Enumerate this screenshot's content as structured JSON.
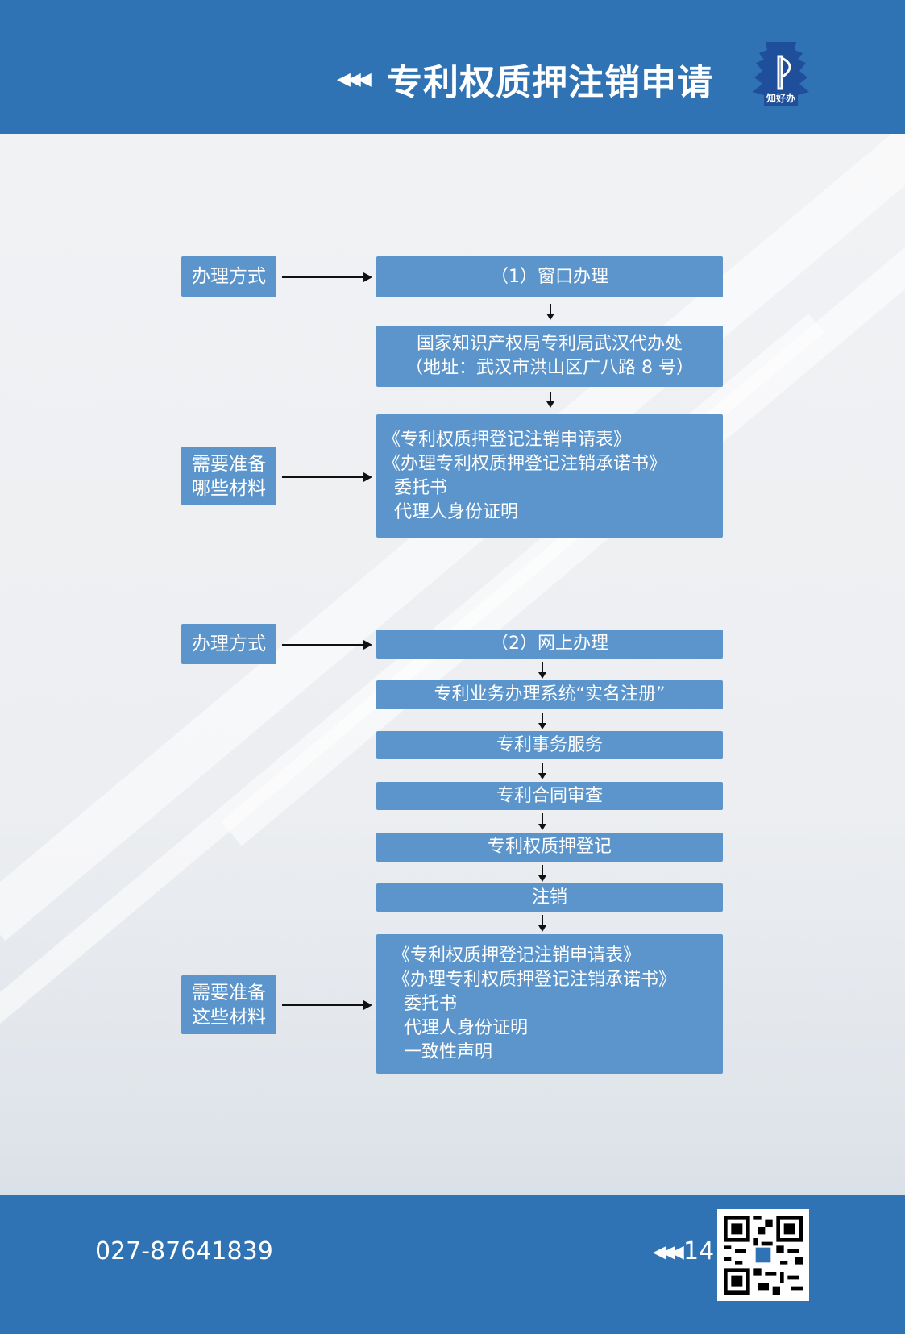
{
  "header": {
    "title": "专利权质押注销申请",
    "logo_text": "知好办"
  },
  "section1": {
    "method_label": "办理方式",
    "method": "（1）窗口办理",
    "office_lines": [
      "国家知识产权局专利局武汉代办处",
      "（地址：武汉市洪山区广八路 8 号）"
    ],
    "materials_label": [
      "需要准备",
      "哪些材料"
    ],
    "materials": [
      "《专利权质押登记注销申请表》",
      "《办理专利权质押登记注销承诺书》",
      "  委托书",
      "  代理人身份证明"
    ]
  },
  "section2": {
    "method_label": "办理方式",
    "method": "（2）网上办理",
    "steps": [
      "专利业务办理系统“实名注册”",
      "专利事务服务",
      "专利合同审查",
      "专利权质押登记",
      "注销"
    ],
    "materials_label": [
      "需要准备",
      "这些材料"
    ],
    "materials": [
      "《专利权质押登记注销申请表》",
      "《办理专利权质押登记注销承诺书》",
      "  委托书",
      "  代理人身份证明",
      "  一致性声明"
    ]
  },
  "footer": {
    "phone": "027-87641839",
    "page": "14"
  },
  "colors": {
    "brand": "#2f73b5",
    "box": "#5b95cc"
  }
}
